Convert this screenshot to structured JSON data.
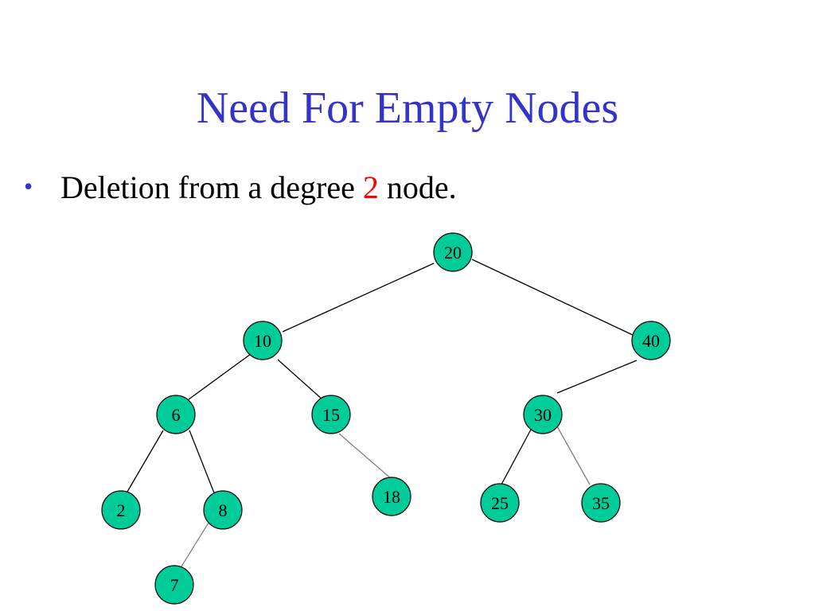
{
  "slide": {
    "title": "Need For Empty Nodes",
    "bullet": {
      "mark": "•",
      "text_before": "Deletion from a degree ",
      "highlight": "2",
      "text_after": " node."
    }
  },
  "tree": {
    "node_color": "#00cc99",
    "highlight_color": "#ff0000",
    "title_color": "#3333cc",
    "nodes": [
      {
        "id": "n20",
        "label": "20"
      },
      {
        "id": "n10",
        "label": "10"
      },
      {
        "id": "n40",
        "label": "40"
      },
      {
        "id": "n6",
        "label": "6"
      },
      {
        "id": "n15",
        "label": "15"
      },
      {
        "id": "n30",
        "label": "30"
      },
      {
        "id": "n2",
        "label": "2"
      },
      {
        "id": "n8",
        "label": "8"
      },
      {
        "id": "n18",
        "label": "18"
      },
      {
        "id": "n25",
        "label": "25"
      },
      {
        "id": "n35",
        "label": "35"
      },
      {
        "id": "n7",
        "label": "7"
      }
    ],
    "edges": [
      {
        "from": "20",
        "to": "10",
        "style": "black"
      },
      {
        "from": "20",
        "to": "40",
        "style": "black"
      },
      {
        "from": "10",
        "to": "6",
        "style": "black"
      },
      {
        "from": "10",
        "to": "15",
        "style": "black"
      },
      {
        "from": "40",
        "to": "30",
        "style": "black"
      },
      {
        "from": "6",
        "to": "2",
        "style": "black"
      },
      {
        "from": "6",
        "to": "8",
        "style": "black"
      },
      {
        "from": "15",
        "to": "18",
        "style": "gray"
      },
      {
        "from": "30",
        "to": "25",
        "style": "black"
      },
      {
        "from": "30",
        "to": "35",
        "style": "gray"
      },
      {
        "from": "8",
        "to": "7",
        "style": "gray"
      }
    ]
  }
}
